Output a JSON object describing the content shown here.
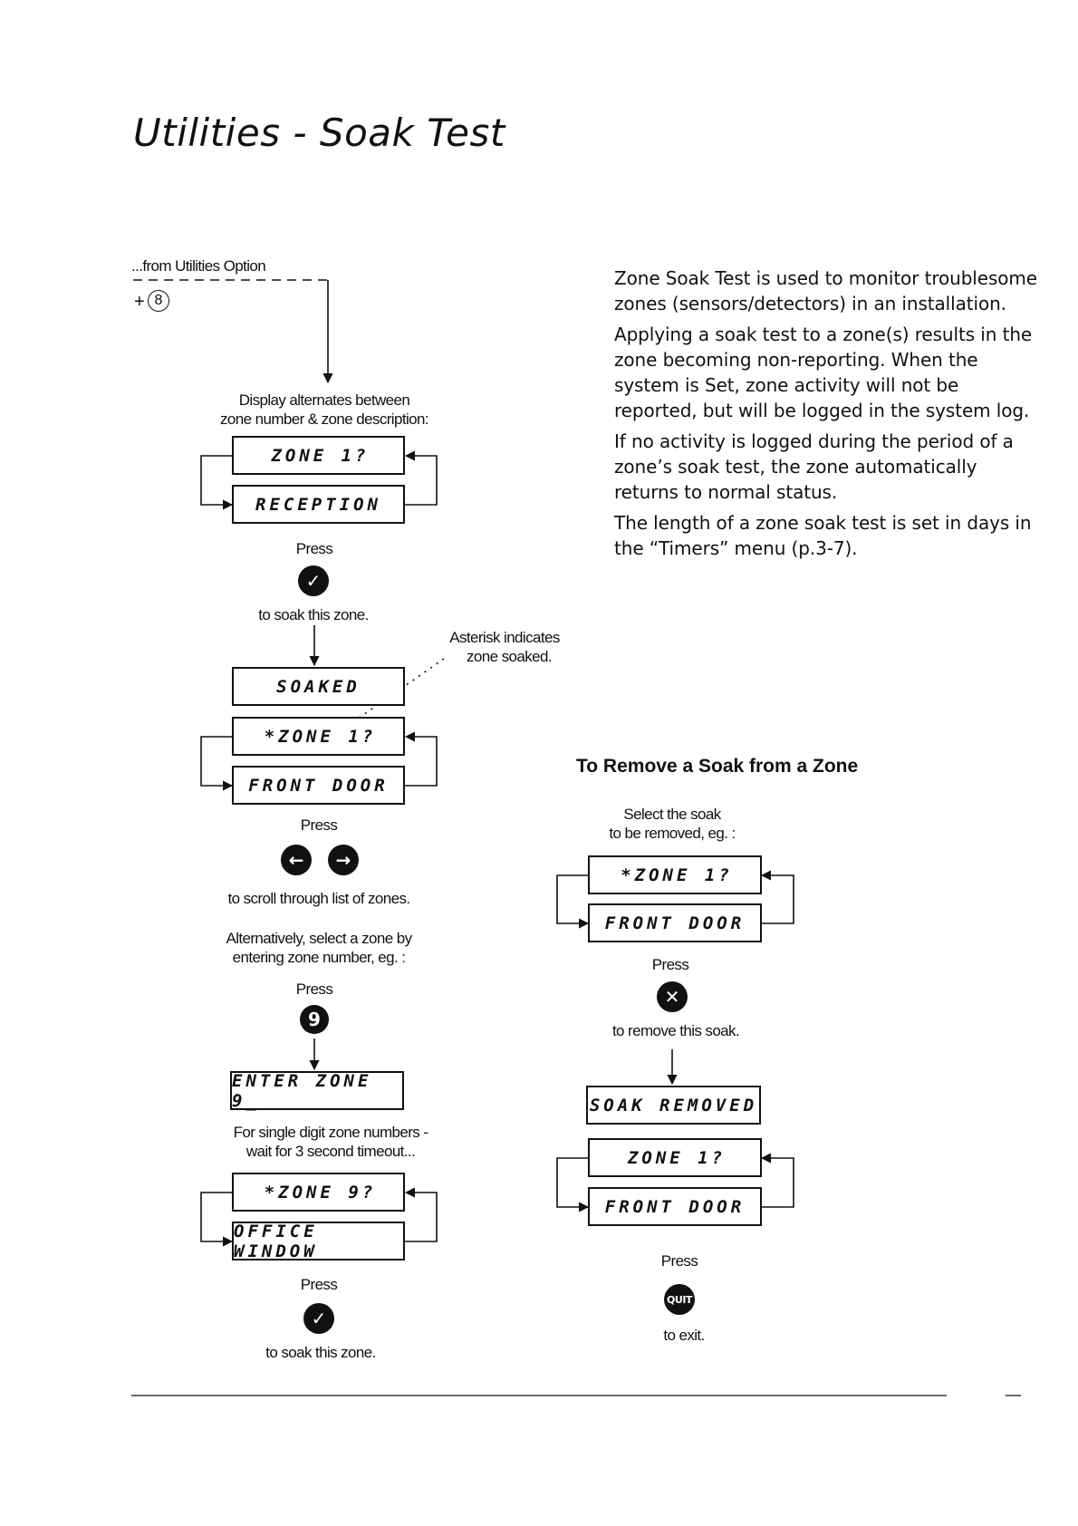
{
  "page": {
    "title": "Utilities - Soak Test"
  },
  "left": {
    "from_label": "...from Utilities Option",
    "plus": "+",
    "option_key": "8",
    "display_alternates": [
      "Display alternates between",
      "zone number & zone description:"
    ],
    "lcd1_line1": "ZONE 1",
    "lcd1_line2": "RECEPTION",
    "press1": "Press",
    "to_soak1": "to soak this zone.",
    "asterisk_note": [
      "Asterisk indicates",
      "zone soaked."
    ],
    "lcd_soaked": "SOAKED",
    "lcd2_line1": "*ZONE 1",
    "lcd2_line2": "FRONT DOOR",
    "press2": "Press",
    "scroll_text": "to scroll through list of zones.",
    "alt_select": [
      "Alternatively, select a zone by",
      "entering zone number, eg. :"
    ],
    "press3": "Press",
    "key_nine": "9",
    "lcd_enter": "ENTER ZONE 9_",
    "single_digit": [
      "For single digit zone numbers -",
      "wait for 3 second timeout..."
    ],
    "lcd3_line1": "*ZONE 9",
    "lcd3_line2": "OFFICE WINDOW",
    "press4": "Press",
    "to_soak2": "to soak this zone."
  },
  "right": {
    "paragraphs": [
      [
        "Zone Soak Test is used to monitor troublesome",
        "zones (sensors/detectors) in an installation."
      ],
      [
        "Applying a soak test to a zone(s) results in the",
        "zone becoming non-reporting. When the",
        "system is Set, zone activity will not be",
        "reported, but will be logged in the system log."
      ],
      [
        "If no activity is logged during the period of a",
        "zone’s soak test, the zone automatically",
        "returns to normal status."
      ],
      [
        "The length of a zone soak test is set in days in",
        "the “Timers” menu (p.3-7)."
      ]
    ],
    "heading": "To Remove a Soak from a Zone",
    "select_soak": [
      "Select the soak",
      "to be removed, eg. :"
    ],
    "lcd4_line1": "*ZONE 1",
    "lcd4_line2": "FRONT DOOR",
    "press5": "Press",
    "to_remove": "to remove this soak.",
    "lcd_removed": "SOAK REMOVED",
    "lcd5_line1": "ZONE 1",
    "lcd5_line2": "FRONT DOOR",
    "press6": "Press",
    "quit_key": "QUIT",
    "to_exit": "to exit."
  },
  "icons": {
    "tick": "check-icon",
    "left_arrow": "left-arrow-icon",
    "right_arrow": "right-arrow-icon",
    "cross": "cross-icon"
  }
}
